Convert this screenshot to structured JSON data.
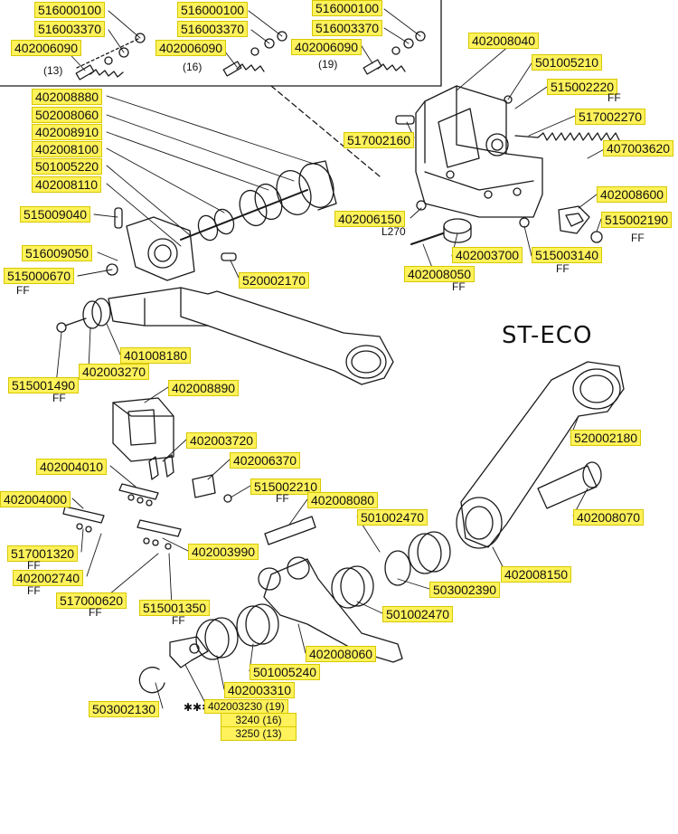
{
  "diagram": {
    "title": "ST-ECO",
    "part_labels": [
      "516000100",
      "516003370",
      "402006090",
      "516000100",
      "516003370",
      "402006090",
      "516000100",
      "516003370",
      "402006090",
      "402008040",
      "501005210",
      "515002220",
      "517002270",
      "517002160",
      "407003620",
      "402008880",
      "502008060",
      "402008910",
      "402008100",
      "501005220",
      "402008110",
      "515009040",
      "516009050",
      "515000670",
      "520002170",
      "401008180",
      "402003270",
      "515001490",
      "402006150",
      "402003700",
      "515003140",
      "402008050",
      "402008600",
      "515002190",
      "402008890",
      "402003720",
      "402006370",
      "402004010",
      "515002210",
      "402004000",
      "402008080",
      "501002470",
      "517001320",
      "402002740",
      "402003990",
      "517000620",
      "515001350",
      "520002180",
      "402008070",
      "402008150",
      "503002390",
      "501002470",
      "402008060",
      "501005240",
      "402003310",
      "503002130",
      "402003230 (19)",
      "3240 (16)",
      "3250 (13)"
    ],
    "notes": [
      "(13)",
      "(16)",
      "(19)",
      "FF",
      "FF",
      "FF",
      "FF",
      "FF",
      "FF",
      "FF",
      "FF",
      "FF",
      "FF",
      "FF",
      "FF",
      "L270",
      "✱✱✱"
    ]
  }
}
